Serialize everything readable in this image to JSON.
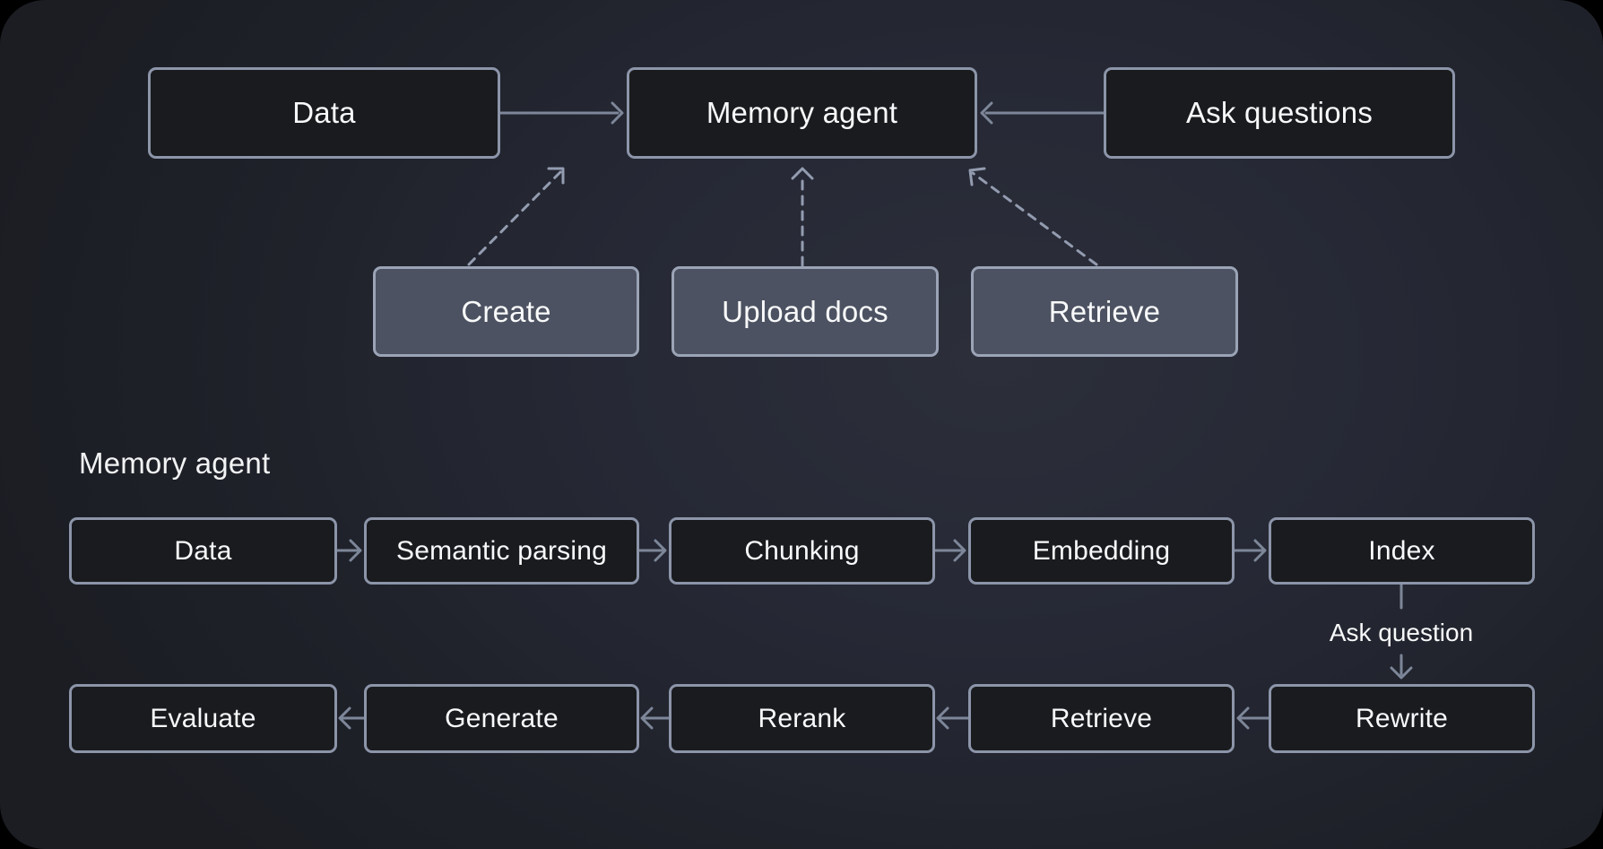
{
  "colors": {
    "page_background": "#000000",
    "canvas_background": "#20222b",
    "node_dark_fill": "#1a1b1e",
    "node_dark_border": "#8c95a9",
    "node_slate_fill": "#4c5261",
    "node_slate_border": "#9ba4b6",
    "arrow_solid": "#7d8799",
    "arrow_dashed": "#939cb0",
    "text": "#f8f9fa"
  },
  "overview": {
    "nodes": {
      "data": "Data",
      "memory_agent": "Memory agent",
      "ask_questions": "Ask questions"
    },
    "actions": {
      "create": "Create",
      "upload_docs": "Upload docs",
      "retrieve": "Retrieve"
    }
  },
  "detail": {
    "title": "Memory agent",
    "ingest_row": [
      "Data",
      "Semantic parsing",
      "Chunking",
      "Embedding",
      "Index"
    ],
    "edge_label": "Ask question",
    "query_row": [
      "Evaluate",
      "Generate",
      "Rerank",
      "Retrieve",
      "Rewrite"
    ]
  }
}
